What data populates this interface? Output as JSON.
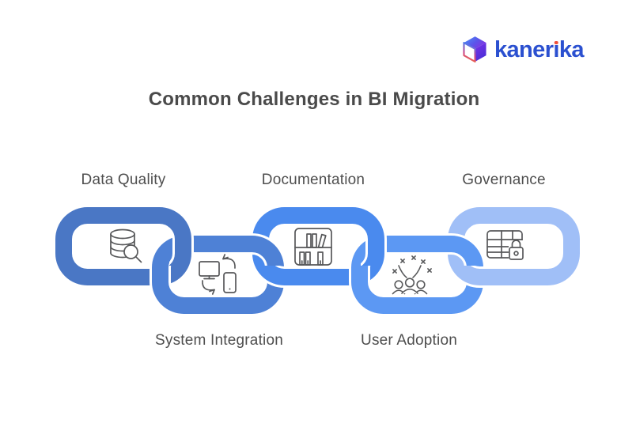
{
  "logo": {
    "brand": "kanerika",
    "icon": "kanerika-cube-logo"
  },
  "title": "Common Challenges in BI Migration",
  "chain": {
    "links": [
      {
        "label": "Data Quality",
        "icon": "database-search-icon",
        "color": "#4a77c5",
        "label_position": "top"
      },
      {
        "label": "System Integration",
        "icon": "device-sync-icon",
        "color": "#4e81d6",
        "label_position": "bottom"
      },
      {
        "label": "Documentation",
        "icon": "bookshelf-icon",
        "color": "#4a8aee",
        "label_position": "top"
      },
      {
        "label": "User Adoption",
        "icon": "team-celebration-icon",
        "color": "#5c98f3",
        "label_position": "bottom"
      },
      {
        "label": "Governance",
        "icon": "table-lock-icon",
        "color": "#a0bff7",
        "label_position": "top"
      }
    ]
  },
  "colors": {
    "background": "#ffffff",
    "title_text": "#4a4a4a",
    "label_text": "#4e4e4e",
    "icon_stroke": "#57585a",
    "logo_text": "#2b50d0",
    "logo_dot": "#f0503a",
    "link_casing": "#ffffff"
  }
}
